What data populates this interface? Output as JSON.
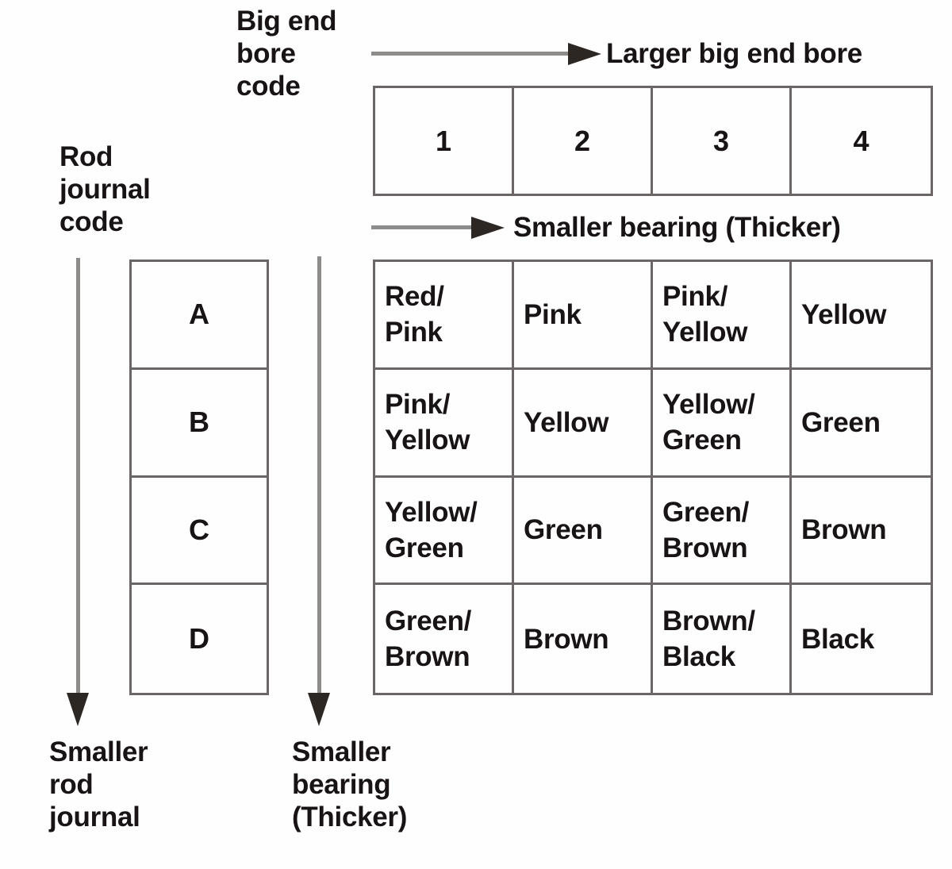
{
  "labels": {
    "big_end_bore_code": "Big end\nbore\ncode",
    "larger_big_end_bore": "Larger big end bore",
    "smaller_bearing_horizontal": "Smaller bearing (Thicker)",
    "rod_journal_code": "Rod\njournal\ncode",
    "smaller_rod_journal": "Smaller\nrod\njournal",
    "smaller_bearing_vertical": "Smaller\nbearing\n(Thicker)"
  },
  "bore_codes": [
    "1",
    "2",
    "3",
    "4"
  ],
  "matrix": {
    "rows": [
      {
        "journal": "A",
        "cells": [
          "Red/\nPink",
          "Pink",
          "Pink/\nYellow",
          "Yellow"
        ]
      },
      {
        "journal": "B",
        "cells": [
          "Pink/\nYellow",
          "Yellow",
          "Yellow/\nGreen",
          "Green"
        ]
      },
      {
        "journal": "C",
        "cells": [
          "Yellow/\nGreen",
          "Green",
          "Green/\nBrown",
          "Brown"
        ]
      },
      {
        "journal": "D",
        "cells": [
          "Green/\nBrown",
          "Brown",
          "Brown/\nBlack",
          "Black"
        ]
      }
    ]
  },
  "colors": {
    "text": "#181314",
    "table_border": "#6b6566",
    "arrow_shaft": "#8e8b8b",
    "arrow_head": "#2d2724",
    "background": "#fefefe"
  }
}
